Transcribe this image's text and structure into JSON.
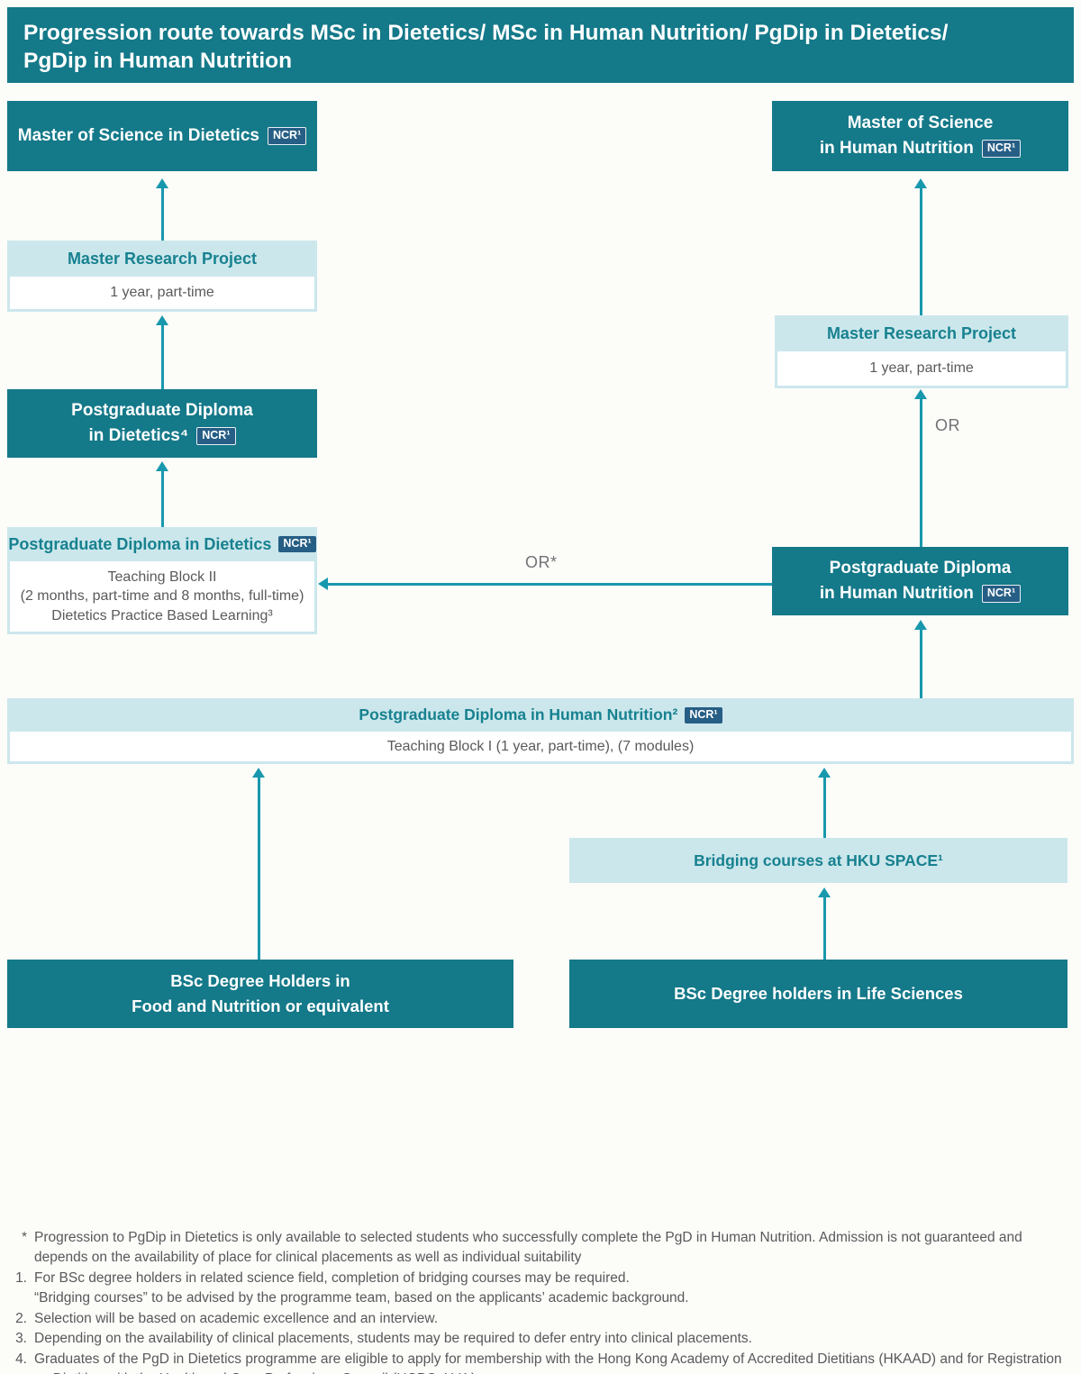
{
  "header": {
    "title": "Progression route towards MSc in Dietetics/ MSc in Human Nutrition/ PgDip in Dietetics/\nPgDip in Human Nutrition"
  },
  "badge": {
    "label": "NCR¹"
  },
  "left_column": {
    "msc_dietetics": {
      "title": "Master of Science in Dietetics"
    },
    "mrp": {
      "title": "Master Research Project",
      "body": "1 year, part-time"
    },
    "pgdip_dietetics_upper": {
      "line1": "Postgraduate Diploma",
      "line2": "in Dietetics⁴"
    },
    "pgdip_dietetics_lower": {
      "title": "Postgraduate Diploma in Dietetics",
      "body": "Teaching Block II\n(2 months, part-time and 8 months, full-time)\nDietetics Practice Based Learning³"
    },
    "bsc_food": {
      "line1": "BSc Degree Holders in",
      "line2": "Food and Nutrition or equivalent"
    }
  },
  "right_column": {
    "msc_human_nutrition": {
      "line1": "Master of Science",
      "line2": "in Human Nutrition"
    },
    "mrp": {
      "title": "Master Research Project",
      "body": "1 year, part-time"
    },
    "pgdip_human_nutrition": {
      "line1": "Postgraduate Diploma",
      "line2": "in Human Nutrition"
    },
    "bridging": {
      "title": "Bridging courses at HKU SPACE¹"
    },
    "bsc_life": {
      "title": "BSc Degree holders in Life Sciences"
    }
  },
  "wide_bar": {
    "title": "Postgraduate Diploma in Human Nutrition²",
    "body": "Teaching Block I (1 year, part-time), (7 modules)"
  },
  "labels": {
    "or_vertical": "OR",
    "or_horizontal": "OR*"
  },
  "footnotes": [
    {
      "marker": "*",
      "text": "Progression to PgDip in Dietetics is only available to selected students who successfully complete the PgD in Human Nutrition. Admission is not guaranteed and depends on the availability of place for clinical placements as well as individual suitability"
    },
    {
      "marker": "1.",
      "text": "For BSc degree holders in related science field, completion of bridging courses may be required.\n“Bridging courses” to be advised by the programme team, based on the applicants’ academic background."
    },
    {
      "marker": "2.",
      "text": "Selection will be based on academic excellence and an interview."
    },
    {
      "marker": "3.",
      "text": "Depending on the availability of clinical placements, students may be required to defer entry into clinical placements."
    },
    {
      "marker": "4.",
      "text": "Graduates of the PgD in Dietetics programme are eligible to apply for membership with the Hong Kong Academy of Accredited Dietitians (HKAAD) and for Registration as Dietitian with the Health and Care Professions Council (HCPC, U.K.)"
    }
  ],
  "colors": {
    "dark_teal": "#147989",
    "light_teal": "#cbe7ec",
    "arrow_teal": "#1898ad",
    "badge_navy": "#265e85",
    "teal_text": "#17818f",
    "gray_text": "#58595b"
  }
}
